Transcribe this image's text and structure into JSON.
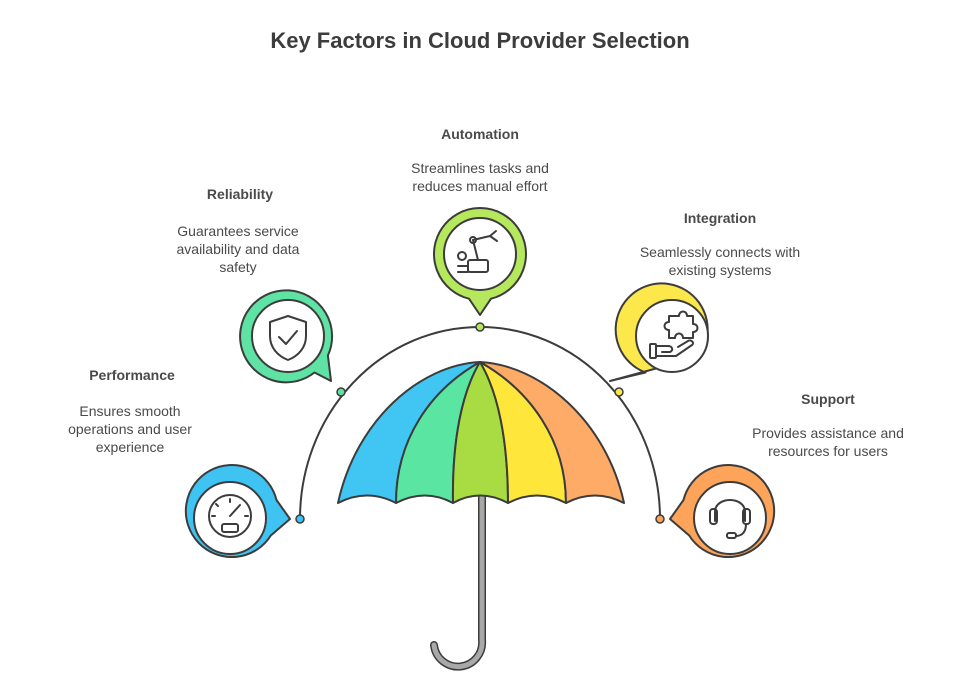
{
  "title": "Key Factors in Cloud Provider Selection",
  "factors": [
    {
      "title": "Performance",
      "description": "Ensures smooth operations and user experience",
      "icon": "speedometer-icon",
      "color": "#3fc3f2"
    },
    {
      "title": "Reliability",
      "description": "Guarantees service availability and data safety",
      "icon": "shield-check-icon",
      "color": "#5fe3a4"
    },
    {
      "title": "Automation",
      "description": "Streamlines tasks and reduces manual effort",
      "icon": "robot-arm-icon",
      "color": "#b5e85c"
    },
    {
      "title": "Integration",
      "description": "Seamlessly connects with existing systems",
      "icon": "puzzle-hand-icon",
      "color": "#fde84c"
    },
    {
      "title": "Support",
      "description": "Provides assistance and resources for users",
      "icon": "headset-icon",
      "color": "#fda45a"
    }
  ],
  "colors": {
    "umbrella_panels": [
      "#41c6f4",
      "#5ae6a2",
      "#a8dc42",
      "#ffe63a",
      "#fdab66"
    ],
    "handle": "#a8a8a8",
    "arc": "#3c3c3c"
  }
}
